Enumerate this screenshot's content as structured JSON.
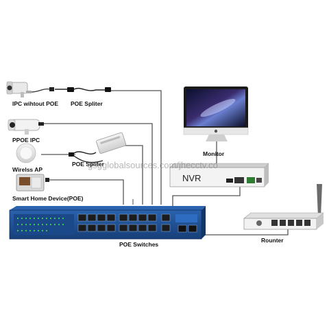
{
  "labels": {
    "ipc_without_poe": "IPC wihtout POE",
    "poe_spliter_top": "POE Spliter",
    "ppoe_ipc": "PPOE IPC",
    "poe_spliter_mid": "POE Spliter",
    "wireless_ap": "Wirelss AP",
    "smart_home": "Smart Home Device(POE)",
    "monitor": "Monitor",
    "nvr": "NVR",
    "poe_switches": "POE Switches",
    "router": "Rounter"
  },
  "watermark": "gsgglobalsources.com/jhecctv.co",
  "colors": {
    "switch_body": "#1d4f93",
    "switch_dark": "#153b73",
    "port_led_green": "#3fd24a",
    "cable": "#555555"
  },
  "icons": [
    "camera-icon",
    "splitter-icon",
    "dome-camera-icon",
    "access-point-icon",
    "intercom-icon",
    "monitor-icon",
    "apple-logo-icon",
    "nvr-icon",
    "switch-icon",
    "router-icon"
  ]
}
